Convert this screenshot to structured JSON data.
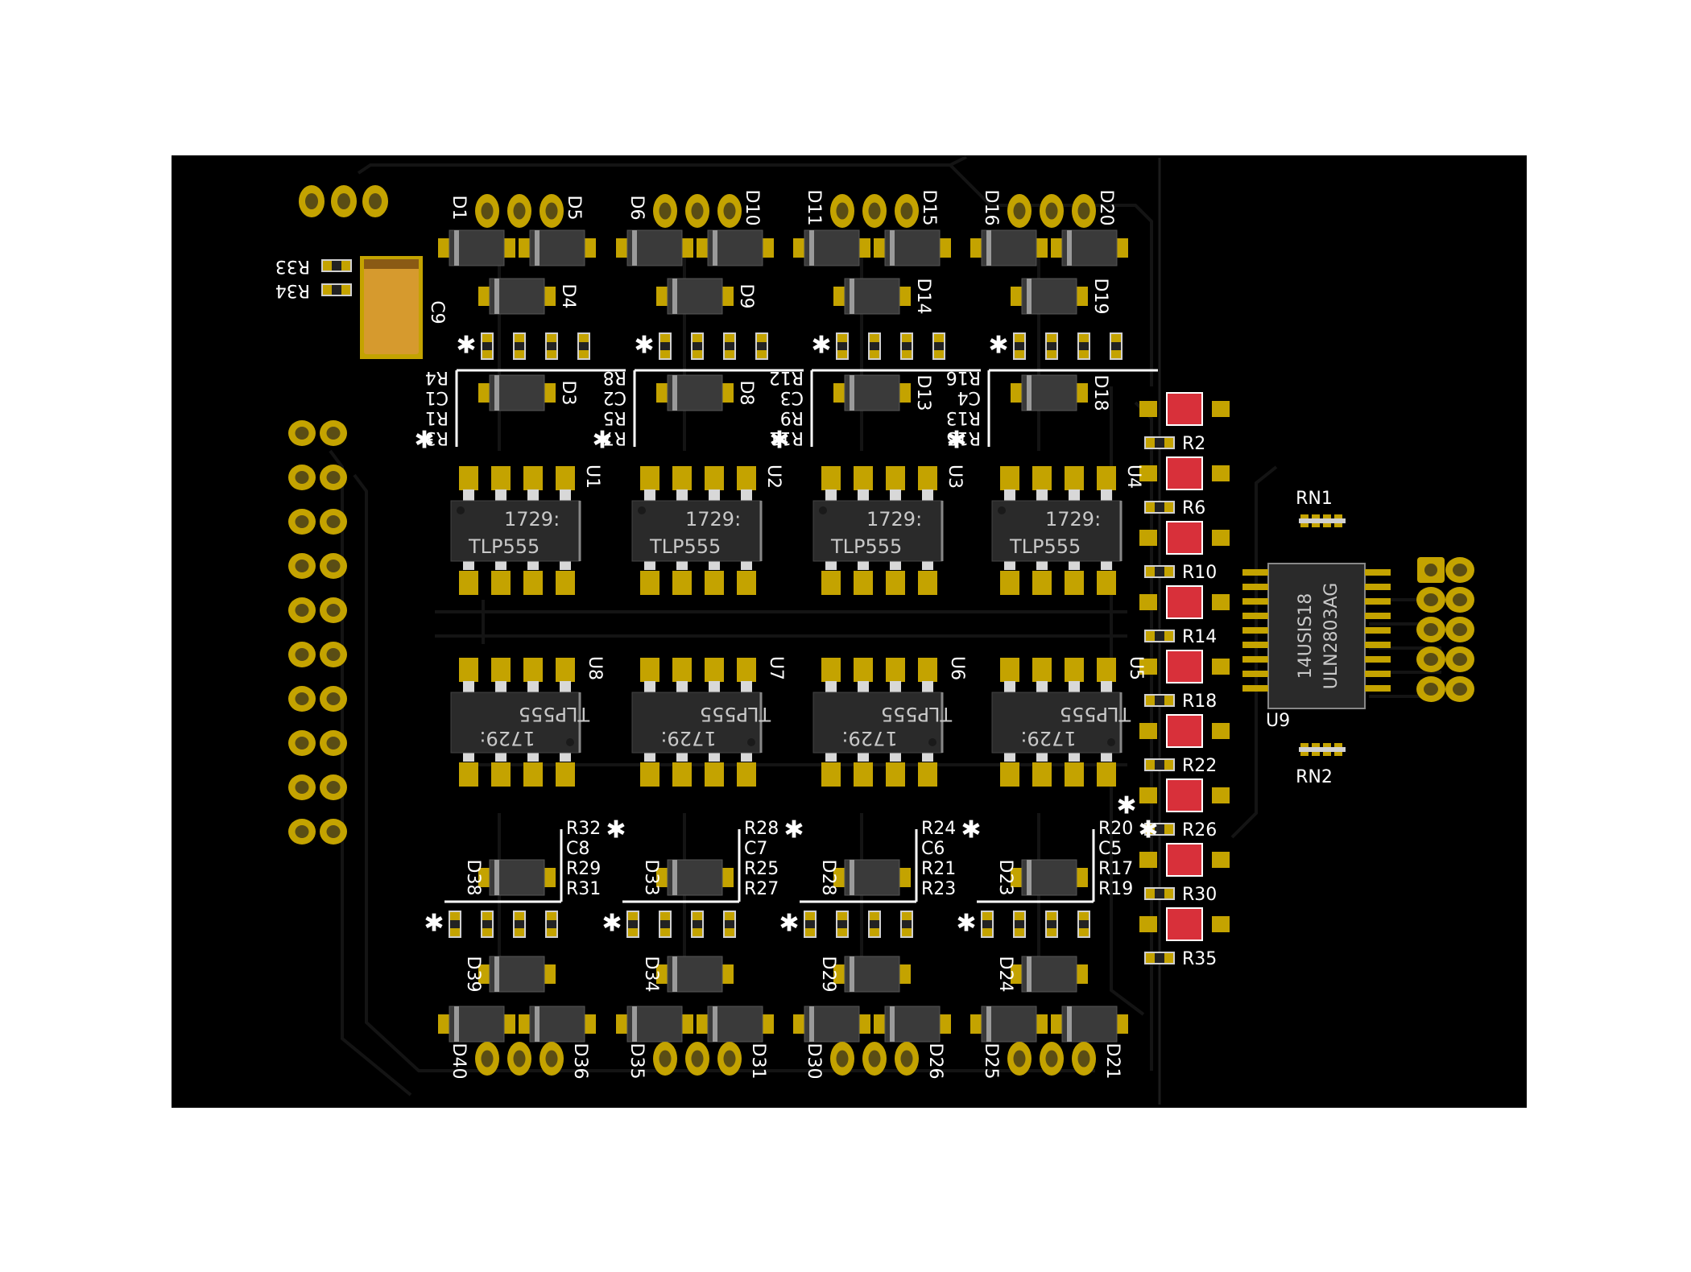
{
  "colors": {
    "background": "#ffffff",
    "board": "#000000",
    "trace": "#141414",
    "pad_gold": "#c4a300",
    "hole": "#5a4d14",
    "silk": "#ffffff",
    "ic_body": "#2a2a2a",
    "ic_text": "#c8c8c8",
    "diode_body": "#3a3a3a",
    "diode_band": "#9a9a9a",
    "resistor_red": "#d8303a",
    "cap_tan": "#d69a2e",
    "cap_band": "#8a5a14"
  },
  "board": {
    "optocouplers": [
      {
        "ref": "U1",
        "line1": "1729:",
        "line2": "TLP555"
      },
      {
        "ref": "U2",
        "line1": "1729:",
        "line2": "TLP555"
      },
      {
        "ref": "U3",
        "line1": "1729:",
        "line2": "TLP555"
      },
      {
        "ref": "U4",
        "line1": "1729:",
        "line2": "TLP555"
      },
      {
        "ref": "U8",
        "line1": "1729:",
        "line2": "TLP555"
      },
      {
        "ref": "U7",
        "line1": "1729:",
        "line2": "TLP555"
      },
      {
        "ref": "U6",
        "line1": "1729:",
        "line2": "TLP555"
      },
      {
        "ref": "U5",
        "line1": "1729:",
        "line2": "TLP555"
      }
    ],
    "driver": {
      "ref": "U9",
      "line1": "14USIS18",
      "line2": "ULN2803AG"
    },
    "resistor_networks": [
      "RN1",
      "RN2"
    ],
    "capacitor": {
      "ref": "C9"
    },
    "small_resistors": [
      "R33",
      "R34"
    ],
    "top_channels": [
      {
        "d_left": "D1",
        "d_right": "D5",
        "d_mid1": "D4",
        "d_mid2": "D3",
        "labels": [
          "R4",
          "C1",
          "R1",
          "R3"
        ]
      },
      {
        "d_left": "D6",
        "d_right": "D10",
        "d_mid1": "D9",
        "d_mid2": "D8",
        "labels": [
          "R8",
          "C2",
          "R5",
          "R7"
        ]
      },
      {
        "d_left": "D11",
        "d_right": "D15",
        "d_mid1": "D14",
        "d_mid2": "D13",
        "labels": [
          "R12",
          "C3",
          "R9",
          "R11"
        ]
      },
      {
        "d_left": "D16",
        "d_right": "D20",
        "d_mid1": "D19",
        "d_mid2": "D18",
        "labels": [
          "R16",
          "C4",
          "R13",
          "R15"
        ]
      }
    ],
    "bottom_channels": [
      {
        "d_upper": "D38",
        "d_lower": "D39",
        "d_left": "D40",
        "d_right": "D36",
        "labels": [
          "R32",
          "C8",
          "R29",
          "R31"
        ]
      },
      {
        "d_upper": "D33",
        "d_lower": "D34",
        "d_left": "D35",
        "d_right": "D31",
        "labels": [
          "R28",
          "C7",
          "R25",
          "R27"
        ]
      },
      {
        "d_upper": "D28",
        "d_lower": "D29",
        "d_left": "D30",
        "d_right": "D26",
        "labels": [
          "R24",
          "C6",
          "R21",
          "R23"
        ]
      },
      {
        "d_upper": "D23",
        "d_lower": "D24",
        "d_left": "D25",
        "d_right": "D21",
        "labels": [
          "R20",
          "C5",
          "R17",
          "R19"
        ]
      }
    ],
    "right_resistors": [
      "R2",
      "R6",
      "R10",
      "R14",
      "R18",
      "R22",
      "R26",
      "R30",
      "R35"
    ],
    "marker_glyph": "✱"
  }
}
